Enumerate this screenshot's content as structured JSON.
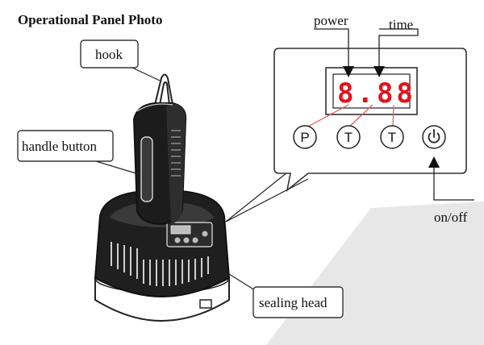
{
  "title": "Operational Panel Photo",
  "labels": {
    "hook": "hook",
    "handle_button": "handle button",
    "sealing_head": "sealing head",
    "power": "power",
    "time": "time",
    "on_off": "on/off"
  },
  "panel": {
    "display": "8.88",
    "buttons": [
      "P",
      "T",
      "T"
    ],
    "power_icon": "power-icon"
  },
  "colors": {
    "display_red": "#e0141e",
    "callout_red": "#e05a5a",
    "background_gray": "#e7e7e7"
  }
}
